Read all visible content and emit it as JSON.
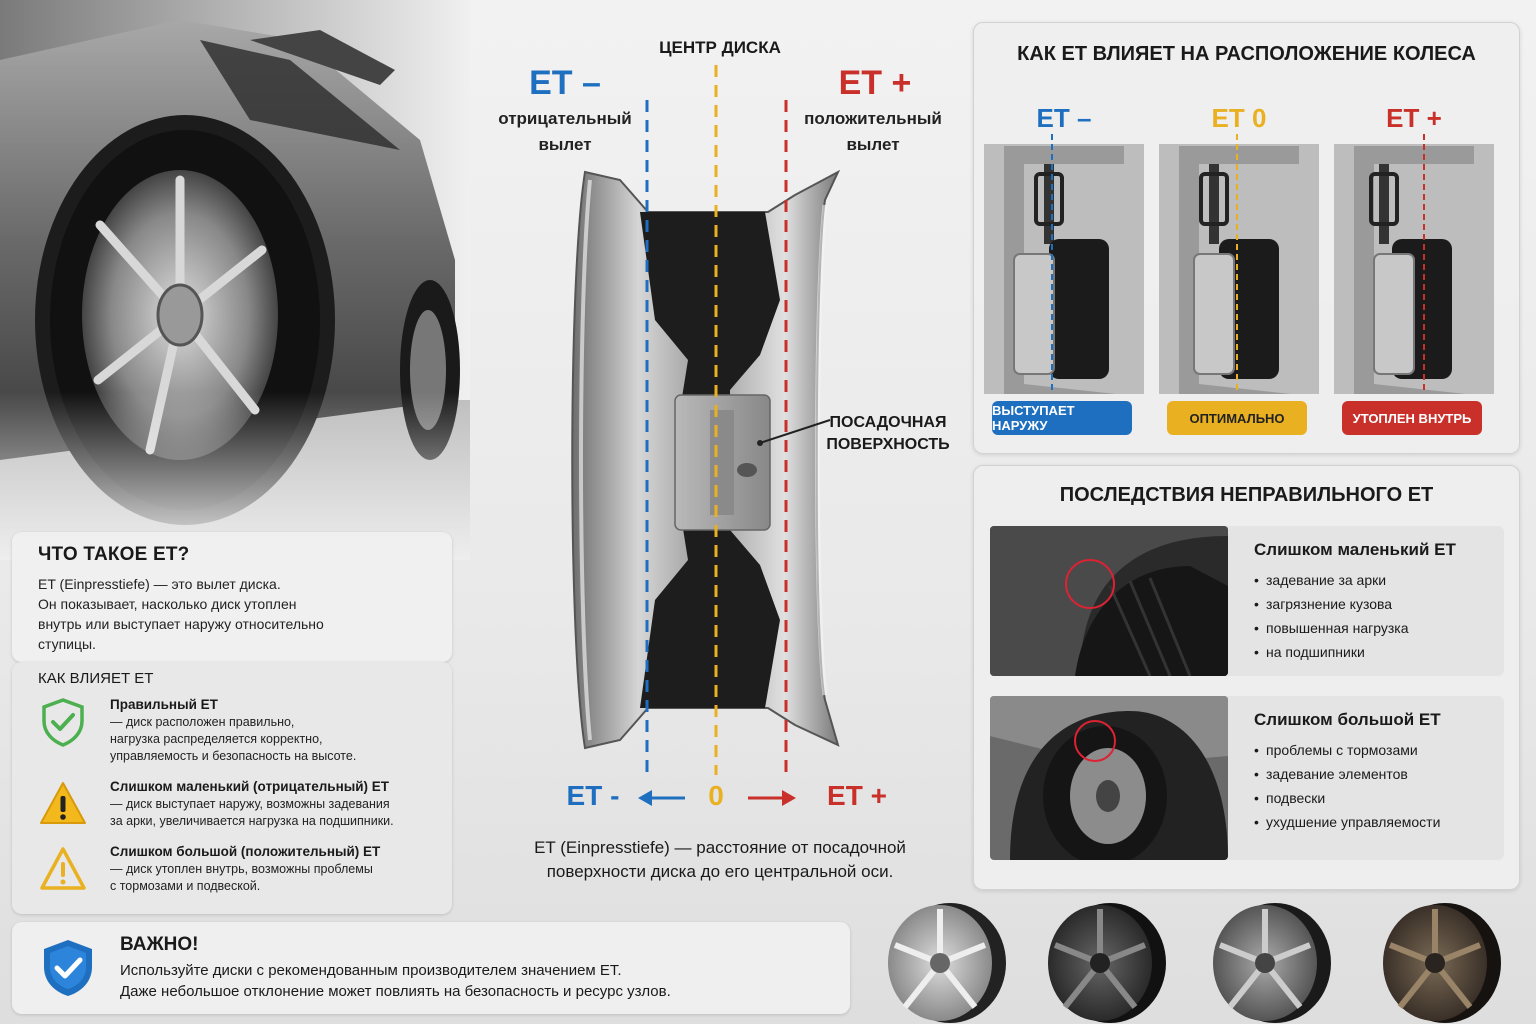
{
  "diagram": {
    "center_label": "ЦЕНТР ДИСКА",
    "et_minus": "ET –",
    "et_minus_sub1": "отрицательный",
    "et_minus_sub2": "вылет",
    "et_plus": "ET +",
    "et_plus_sub1": "положительный",
    "et_plus_sub2": "вылет",
    "seat_label1": "ПОСАДОЧНАЯ",
    "seat_label2": "ПОВЕРХНОСТЬ",
    "scale_minus": "ET -",
    "scale_zero": "0",
    "scale_plus": "ET +",
    "caption1": "ET (Einpresstiefe) — расстояние от посадочной",
    "caption2": "поверхности диска до его центральной оси."
  },
  "what_is": {
    "title": "ЧТО ТАКОЕ ET?",
    "line1": "ET (Einpresstiefe) — это вылет диска.",
    "line2": "Он показывает, насколько диск утоплен",
    "line3": "внутрь или выступает наружу относительно",
    "line4": "ступицы."
  },
  "effect": {
    "title": "КАК ВЛИЯЕТ ET",
    "items": [
      {
        "title": "Правильный ET",
        "l1": "— диск расположен правильно,",
        "l2": "нагрузка распределяется корректно,",
        "l3": "управляемость и безопасность на высоте.",
        "icon": "shield-check-icon"
      },
      {
        "title": "Слишком маленький (отрицательный) ET",
        "l1": "— диск выступает наружу, возможны задевания",
        "l2": "за арки, увеличивается нагрузка на подшипники.",
        "l3": "",
        "icon": "warning-icon"
      },
      {
        "title": "Слишком большой (положительный) ET",
        "l1": "— диск утоплен внутрь, возможны проблемы",
        "l2": "с тормозами и подвеской.",
        "l3": "",
        "icon": "warning-outline-icon"
      }
    ]
  },
  "important": {
    "title": "ВАЖНО!",
    "line1": "Используйте диски с рекомендованным производителем значением ET.",
    "line2": "Даже небольшое отклонение может повлиять на безопасность и ресурс узлов."
  },
  "placement": {
    "title": "КАК ET ВЛИЯЕТ НА РАСПОЛОЖЕНИЕ КОЛЕСА",
    "cols": [
      {
        "et": "ET –",
        "pill": "ВЫСТУПАЕТ НАРУЖУ",
        "color": "#1f6fc0"
      },
      {
        "et": "ET 0",
        "pill": "ОПТИМАЛЬНО",
        "color": "#e9b121"
      },
      {
        "et": "ET +",
        "pill": "УТОПЛЕН ВНУТРЬ",
        "color": "#c9302a"
      }
    ]
  },
  "consequences": {
    "title": "ПОСЛЕДСТВИЯ НЕПРАВИЛЬНОГО ET",
    "small": {
      "title": "Слишком маленький ET",
      "items": [
        "задевание за арки",
        "загрязнение кузова",
        "повышенная нагрузка",
        "на подшипники"
      ]
    },
    "large": {
      "title": "Слишком большой ET",
      "items": [
        "проблемы с тормозами",
        "задевание элементов",
        "подвески",
        "ухудшение управляемости"
      ]
    }
  },
  "colors": {
    "blue": "#1f6fc0",
    "yellow": "#e9b121",
    "red": "#c9302a",
    "green": "#4caf50"
  }
}
